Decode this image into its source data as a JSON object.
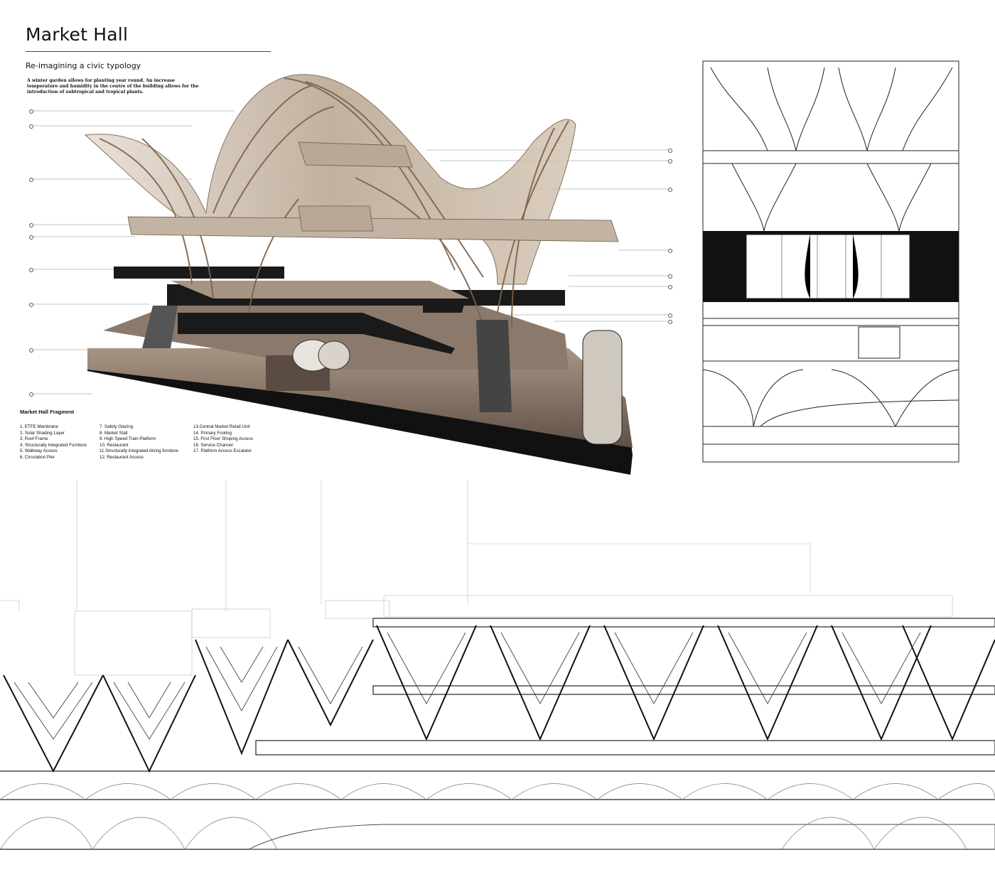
{
  "header": {
    "title": "Market Hall",
    "subtitle": "Re-imagining a civic typology",
    "intro": "A winter garden allows for planting year round. An increase temperature and humidity in the centre of the building allows for the introduction of subtropical and tropical plants."
  },
  "legend": {
    "title": "Market Hall Fragment",
    "col1": [
      "1. ETFE Membrane",
      "2. Solar Shading Layer",
      "3. Roof Frame",
      "4. Structurally Integrated Furniture",
      "5. Walkway Access",
      "6. Circulation Pier"
    ],
    "col2": [
      "7. Safety Glazing",
      "8. Market Stall",
      "9. High Speed Train Platform",
      "10. Restaurant",
      "11.Structurally integrated dining furniture",
      "12. Restaurant Access"
    ],
    "col3": [
      "13.Central Market Retail Unit",
      "14. Primary Footing",
      "15. First Floor Shoping Access",
      "16. Service Channel",
      "17. Platform Access Escalator"
    ]
  },
  "colors": {
    "membrane": "#d8cdbf",
    "timber": "#8a6f55",
    "floor": "#7a6a5c",
    "slab": "#111111",
    "line": "#222222"
  },
  "drawings": [
    "axonometric-fragment",
    "section-detail",
    "long-elevation"
  ]
}
